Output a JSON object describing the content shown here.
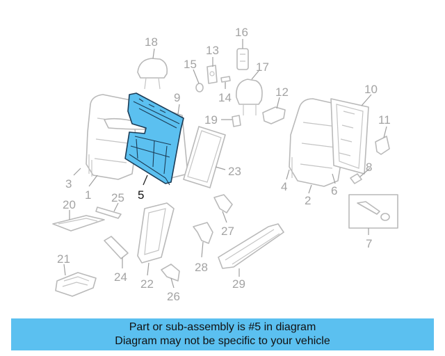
{
  "diagram": {
    "highlight_color": "#5bc0f0",
    "highlighted_part": "5",
    "callouts": {
      "c1": "1",
      "c2": "2",
      "c3": "3",
      "c4": "4",
      "c5": "5",
      "c6": "6",
      "c7": "7",
      "c8": "8",
      "c9": "9",
      "c10": "10",
      "c11": "11",
      "c12": "12",
      "c13": "13",
      "c14": "14",
      "c15": "15",
      "c16": "16",
      "c17": "17",
      "c18": "18",
      "c19": "19",
      "c20": "20",
      "c21": "21",
      "c22": "22",
      "c23": "23",
      "c24": "24",
      "c25": "25",
      "c26": "26",
      "c27": "27",
      "c28": "28",
      "c29": "29"
    }
  },
  "banner": {
    "line1": "Part or sub-assembly is #5 in diagram",
    "line2": "Diagram may not be specific to your vehicle"
  }
}
